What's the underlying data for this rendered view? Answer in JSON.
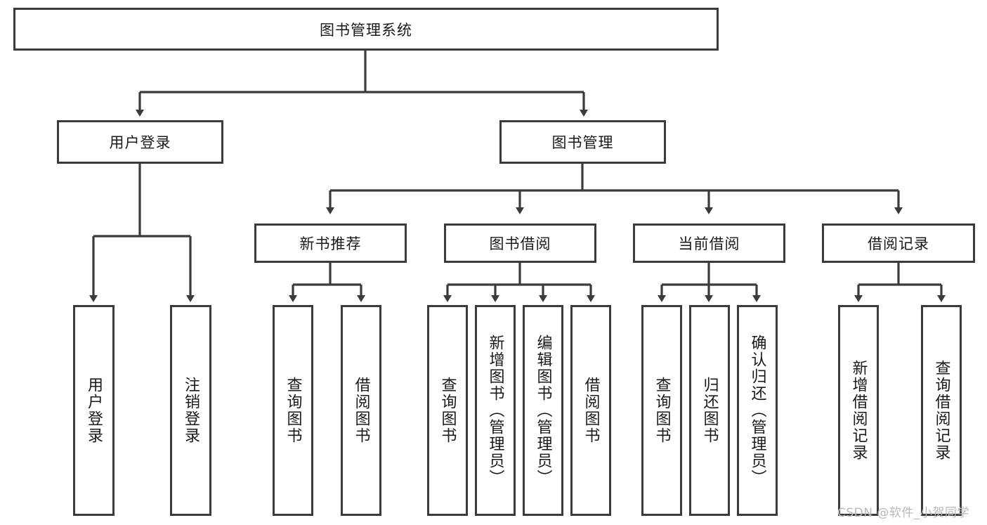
{
  "diagram": {
    "title": "图书管理系统",
    "type": "tree-hierarchy-diagram",
    "root": {
      "id": "root",
      "label": "图书管理系统"
    },
    "level1": [
      {
        "id": "user-login",
        "label": "用户登录"
      },
      {
        "id": "book-manage",
        "label": "图书管理"
      }
    ],
    "level2": [
      {
        "id": "new-book-recommend",
        "label": "新书推荐",
        "parent": "book-manage"
      },
      {
        "id": "book-borrow",
        "label": "图书借阅",
        "parent": "book-manage"
      },
      {
        "id": "current-borrow",
        "label": "当前借阅",
        "parent": "book-manage"
      },
      {
        "id": "borrow-record",
        "label": "借阅记录",
        "parent": "book-manage"
      }
    ],
    "leaves": [
      {
        "id": "leaf-user-login",
        "label": "用户登录",
        "parent": "user-login"
      },
      {
        "id": "leaf-logout",
        "label": "注销登录",
        "parent": "user-login"
      },
      {
        "id": "leaf-query-book-1",
        "label": "查询图书",
        "parent": "new-book-recommend"
      },
      {
        "id": "leaf-borrow-book-1",
        "label": "借阅图书",
        "parent": "new-book-recommend"
      },
      {
        "id": "leaf-query-book-2",
        "label": "查询图书",
        "parent": "book-borrow"
      },
      {
        "id": "leaf-add-book",
        "label": "新增图书（管理员）",
        "parent": "book-borrow"
      },
      {
        "id": "leaf-edit-book",
        "label": "编辑图书（管理员）",
        "parent": "book-borrow"
      },
      {
        "id": "leaf-borrow-book-2",
        "label": "借阅图书",
        "parent": "book-borrow"
      },
      {
        "id": "leaf-query-book-3",
        "label": "查询图书",
        "parent": "current-borrow"
      },
      {
        "id": "leaf-return-book",
        "label": "归还图书",
        "parent": "current-borrow"
      },
      {
        "id": "leaf-confirm-return",
        "label": "确认归还（管理员）",
        "parent": "current-borrow"
      },
      {
        "id": "leaf-add-record",
        "label": "新增借阅记录",
        "parent": "borrow-record"
      },
      {
        "id": "leaf-query-record",
        "label": "查询借阅记录",
        "parent": "borrow-record"
      }
    ],
    "watermark": "CSDN @软件_小贺同学",
    "colors": {
      "stroke": "#3b3b3b",
      "fill": "#ffffff",
      "text": "#1a1a1a",
      "watermark": "#b9b9b9"
    }
  }
}
